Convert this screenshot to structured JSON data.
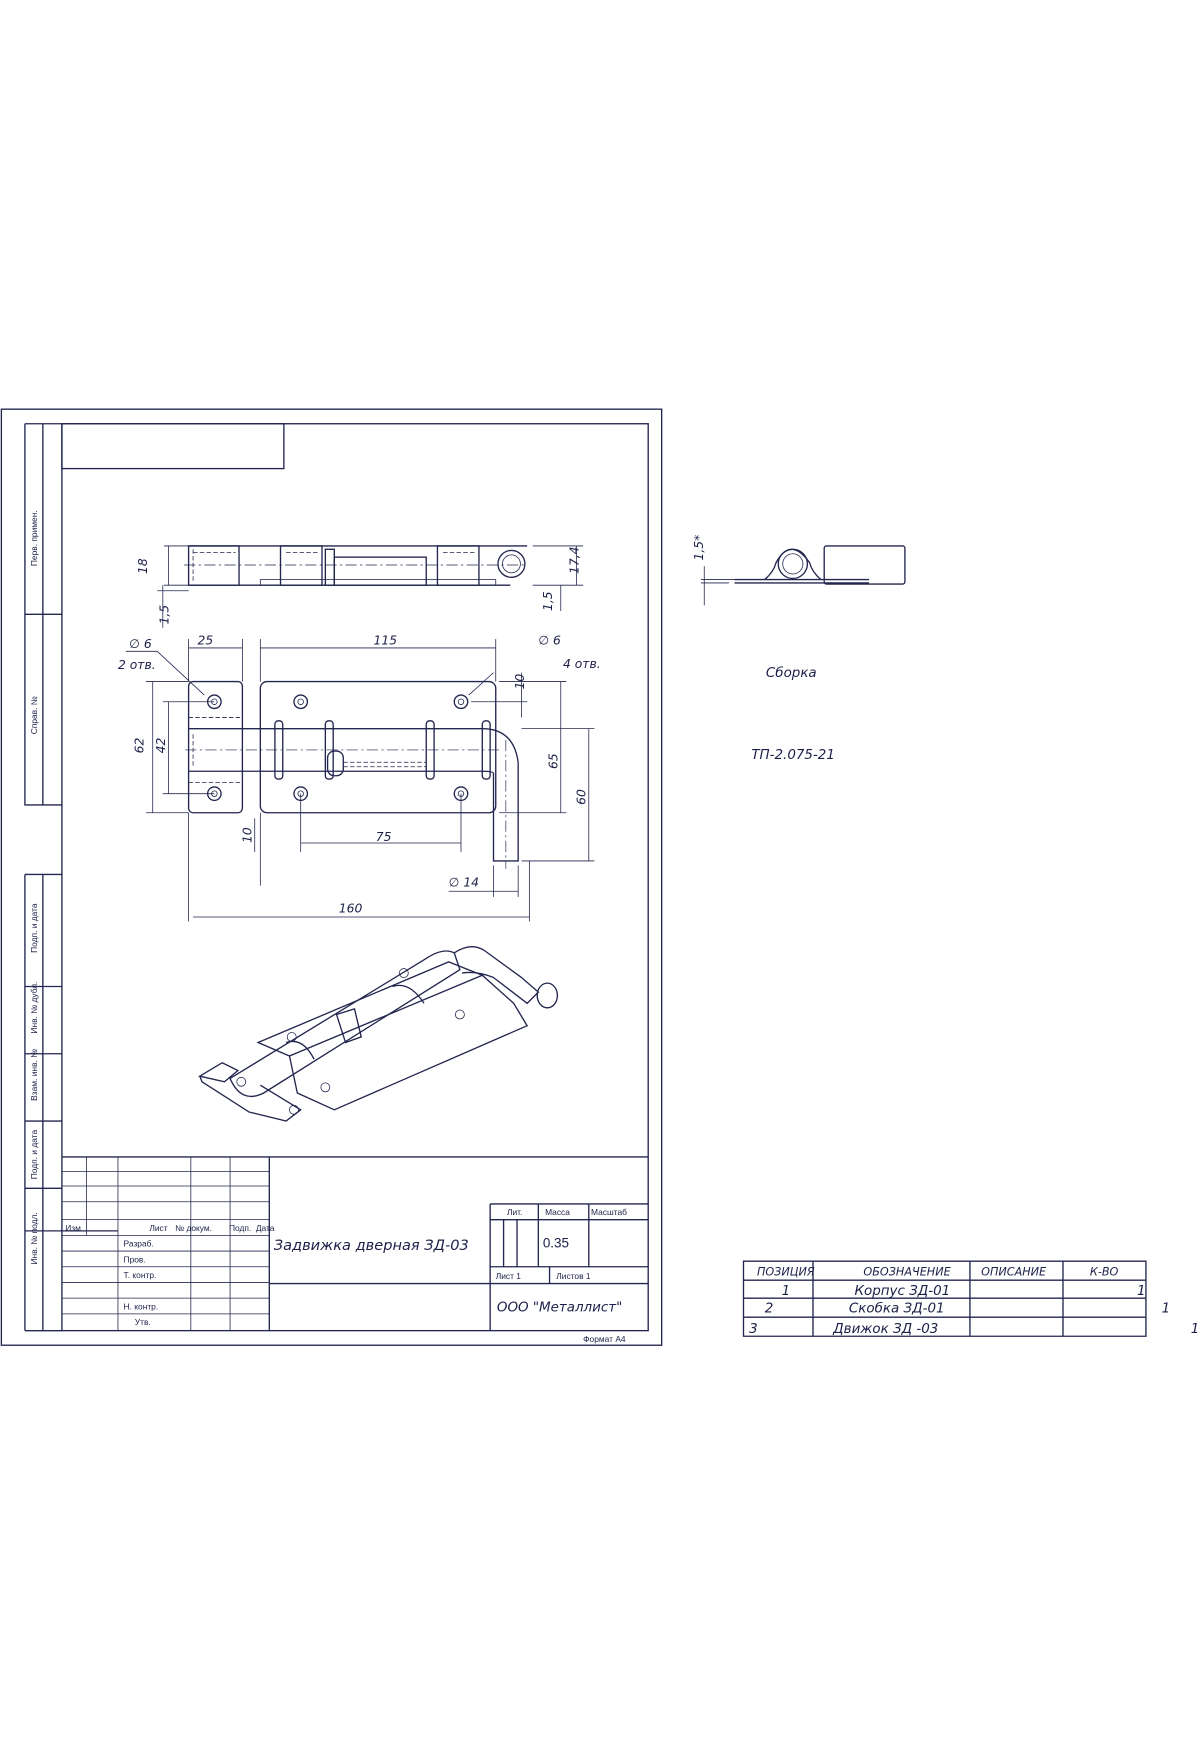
{
  "colors": {
    "ink": "#23264f",
    "paper": "#ffffff"
  },
  "side_strip": [
    "Перв. примен.",
    "Справ. №",
    "Подп. и дата",
    "Инв. № дубл.",
    "Взам. инв. №",
    "Подп. и дата",
    "Инв. № подл."
  ],
  "dimensions": {
    "top_view": {
      "height": "18",
      "base": "1,5",
      "height_right": "17,4",
      "base_right": "1,5"
    },
    "plan_view": {
      "hole_left_dia": "∅ 6",
      "hole_left_count": "2 отв.",
      "hole_right_dia": "∅ 6",
      "hole_right_count": "4 отв.",
      "left_width": "25",
      "plate_length": "115",
      "height_left": "62",
      "hole_spacing_left": "42",
      "edge_offset_top": "10",
      "edge_offset_bottom": "10",
      "plate_height": "65",
      "bolt_drop": "60",
      "hole_spacing": "75",
      "bolt_dia": "∅ 14",
      "total_length": "160"
    },
    "side_view": {
      "thickness": "1,5*"
    }
  },
  "labels": {
    "assembly": "Сборка",
    "doc_code": "ТП-2.075-21"
  },
  "title_block": {
    "header": {
      "izm": "Изм",
      "list": "Лист",
      "doc_no": "№ докум.",
      "sign": "Подп.",
      "date": "Дата"
    },
    "roles": [
      "Разраб.",
      "Пров.",
      "Т. контр.",
      "Н. контр.",
      "Утв."
    ],
    "name": "Задвижка дверная ЗД-03",
    "lit_label": "Лит.",
    "mass_label": "Масса",
    "scale_label": "Масштаб",
    "mass_value": "0.35",
    "sheet": "Лист 1",
    "sheets": "Листов 1",
    "company": "ООО \"Металлист\"",
    "format": "Формат А4"
  },
  "spec_table": {
    "headers": [
      "ПОЗИЦИЯ",
      "ОБОЗНАЧЕНИЕ",
      "ОПИСАНИЕ",
      "К-ВО"
    ],
    "rows": [
      {
        "pos": "1",
        "name": "Корпус ЗД-01",
        "desc": "",
        "qty": "1"
      },
      {
        "pos": "2",
        "name": "Скобка ЗД-01",
        "desc": "",
        "qty": "1"
      },
      {
        "pos": "3",
        "name": "Движок ЗД -03",
        "desc": "",
        "qty": "1"
      }
    ]
  }
}
